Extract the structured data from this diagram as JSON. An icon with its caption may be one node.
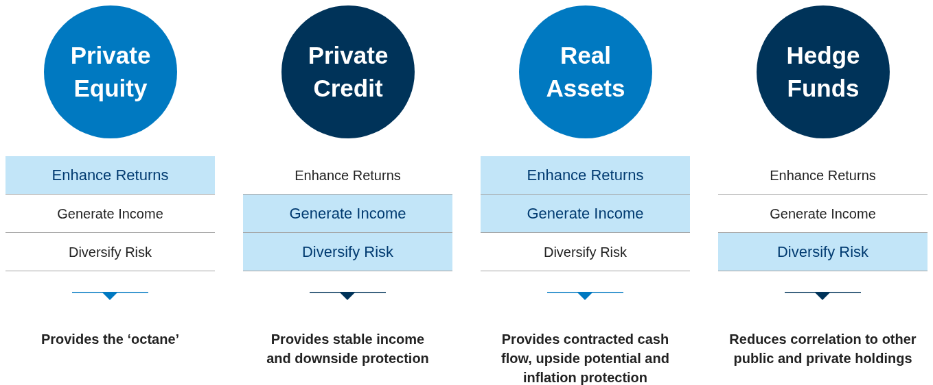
{
  "diagram": {
    "nodes": [
      {
        "text": [
          "Private Equity"
        ]
      },
      {
        "text": [
          "Enhance Returns"
        ]
      },
      {
        "text": [
          "Generate Income"
        ]
      },
      {
        "text": [
          "Diversify Risk"
        ]
      },
      {
        "text": [
          "Provides the ‘octane’"
        ]
      },
      {
        "text": [
          "Private Credit"
        ]
      },
      {
        "text": [
          "Enhance Returns"
        ]
      },
      {
        "text": [
          "Generate Income"
        ]
      },
      {
        "text": [
          "Diversify Risk"
        ]
      },
      {
        "text": [
          "Provides stable income and downside protection"
        ]
      },
      {
        "text": [
          "Real Assets"
        ]
      },
      {
        "text": [
          "Enhance Returns"
        ]
      },
      {
        "text": [
          "Generate Income"
        ]
      },
      {
        "text": [
          "Diversify Risk"
        ]
      },
      {
        "text": [
          "Provides contracted cash flow, upside potential and inflation protection"
        ]
      },
      {
        "text": [
          "Hedge Funds"
        ]
      },
      {
        "text": [
          "Enhance Returns"
        ]
      },
      {
        "text": [
          "Generate Income"
        ]
      },
      {
        "text": [
          "Diversify Risk"
        ]
      },
      {
        "text": [
          "Reduces correlation to other public and private holdings"
        ]
      }
    ]
  }
}
